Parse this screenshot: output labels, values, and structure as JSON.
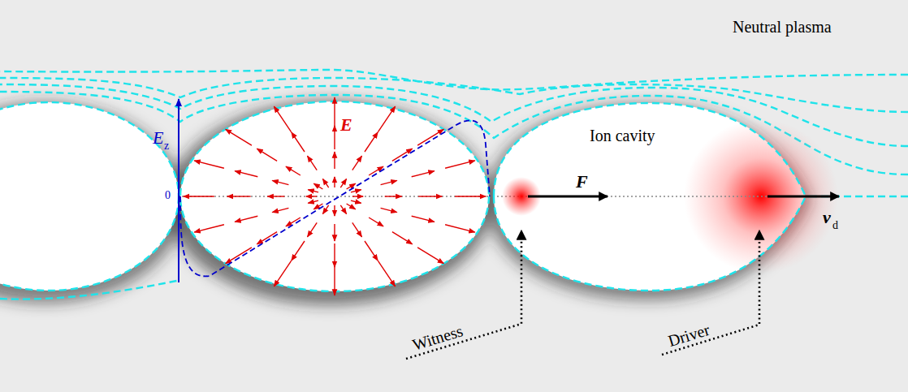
{
  "diagram": {
    "nodes": [
      {
        "text": [
          "Ion cavity"
        ]
      }
    ],
    "labels": [
      "Neutral plasma",
      "E",
      "z",
      "0",
      "E",
      "F",
      "v",
      "d",
      "Witness",
      "Driver"
    ]
  }
}
